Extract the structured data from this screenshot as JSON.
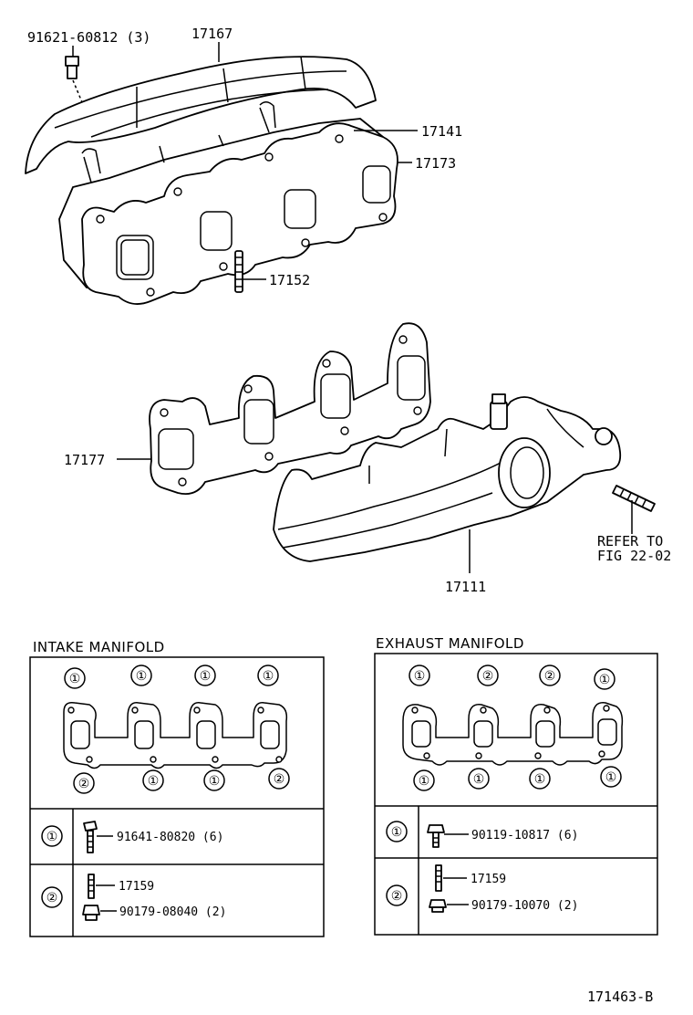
{
  "callouts": {
    "bolt_top": "91621-60812 (3)",
    "heat_insulator": "17167",
    "intake_manifold": "17141",
    "intake_gasket": "17173",
    "stud": "17152",
    "exhaust_gasket": "17177",
    "exhaust_manifold": "17111",
    "refer_line1": "REFER TO",
    "refer_line2": "FIG 22-02"
  },
  "intake_table": {
    "title": "INTAKE MANIFOLD",
    "top_marks": [
      "①",
      "①",
      "①",
      "①"
    ],
    "bottom_marks": [
      "②",
      "①",
      "①",
      "②"
    ],
    "rows": [
      {
        "mark": "①",
        "parts": [
          "91641-80820 (6)"
        ]
      },
      {
        "mark": "②",
        "parts": [
          "17159",
          "90179-08040 (2)"
        ]
      }
    ]
  },
  "exhaust_table": {
    "title": "EXHAUST MANIFOLD",
    "top_marks": [
      "①",
      "②",
      "②",
      "①"
    ],
    "bottom_marks": [
      "①",
      "①",
      "①",
      "①"
    ],
    "rows": [
      {
        "mark": "①",
        "parts": [
          "90119-10817 (6)"
        ]
      },
      {
        "mark": "②",
        "parts": [
          "17159",
          "90179-10070 (2)"
        ]
      }
    ]
  },
  "figure_id": "171463-B"
}
